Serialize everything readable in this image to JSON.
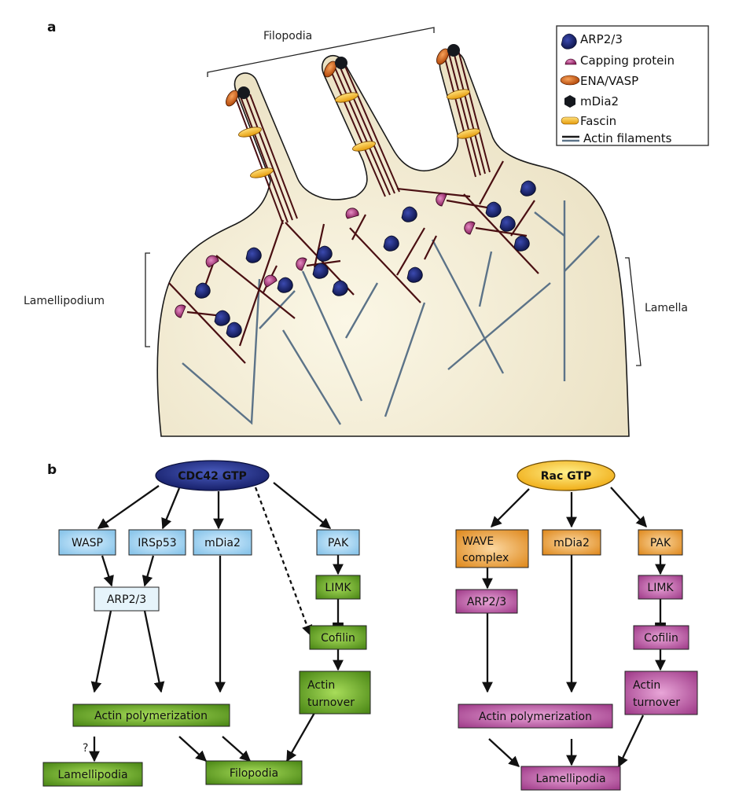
{
  "panel_a": {
    "label": "a",
    "annotations": {
      "filopodia": "Filopodia",
      "lamellipodium": "Lamellipodium",
      "lamella": "Lamella"
    },
    "legend": [
      {
        "icon": "arp23-icon",
        "label": "ARP2/3",
        "color": "#1f2a6e"
      },
      {
        "icon": "capping-protein-icon",
        "label": "Capping protein",
        "color": "#a0306e"
      },
      {
        "icon": "ena-vasp-icon",
        "label": "ENA/VASP",
        "color": "#d9671a"
      },
      {
        "icon": "mdia2-icon",
        "label": "mDia2",
        "color": "#15181e"
      },
      {
        "icon": "fascin-icon",
        "label": "Fascin",
        "color": "#f3b21c"
      },
      {
        "icon": "actin-filaments-icon",
        "label": "Actin filaments",
        "color": "#4a0f12",
        "color_secondary": "#5c7388"
      }
    ],
    "colors": {
      "cell_fill": "#efe6cb",
      "cell_outline": "#1a1a1a",
      "new_actin": "#4a0f12",
      "old_actin": "#5c7388"
    }
  },
  "panel_b": {
    "label": "b",
    "question_mark": "?",
    "cdc42": {
      "root": "CDC42 GTP",
      "root_color": "#1f2a7a",
      "nodes": {
        "wasp": "WASP",
        "irsp53": "IRSp53",
        "mdia2": "mDia2",
        "pak": "PAK",
        "arp23": "ARP2/3",
        "limk": "LIMK",
        "cofilin": "Cofilin",
        "actin_turnover_1": "Actin",
        "actin_turnover_2": "turnover",
        "actin_polymerization": "Actin polymerization",
        "lamellipodia": "Lamellipodia",
        "filopodia": "Filopodia"
      }
    },
    "rac": {
      "root": "Rac GTP",
      "root_color": "#f5b81f",
      "nodes": {
        "wave_1": "WAVE",
        "wave_2": "complex",
        "mdia2": "mDia2",
        "pak": "PAK",
        "arp23": "ARP2/3",
        "limk": "LIMK",
        "cofilin": "Cofilin",
        "actin_turnover_1": "Actin",
        "actin_turnover_2": "turnover",
        "actin_polymerization": "Actin polymerization",
        "lamellipodia": "Lamellipodia"
      }
    },
    "colors": {
      "effector_blue": "#8cc6ea",
      "arp_light": "#e6f4fb",
      "green": "#5a9a1e",
      "orange": "#e99a32",
      "purple": "#b24b9a"
    }
  }
}
